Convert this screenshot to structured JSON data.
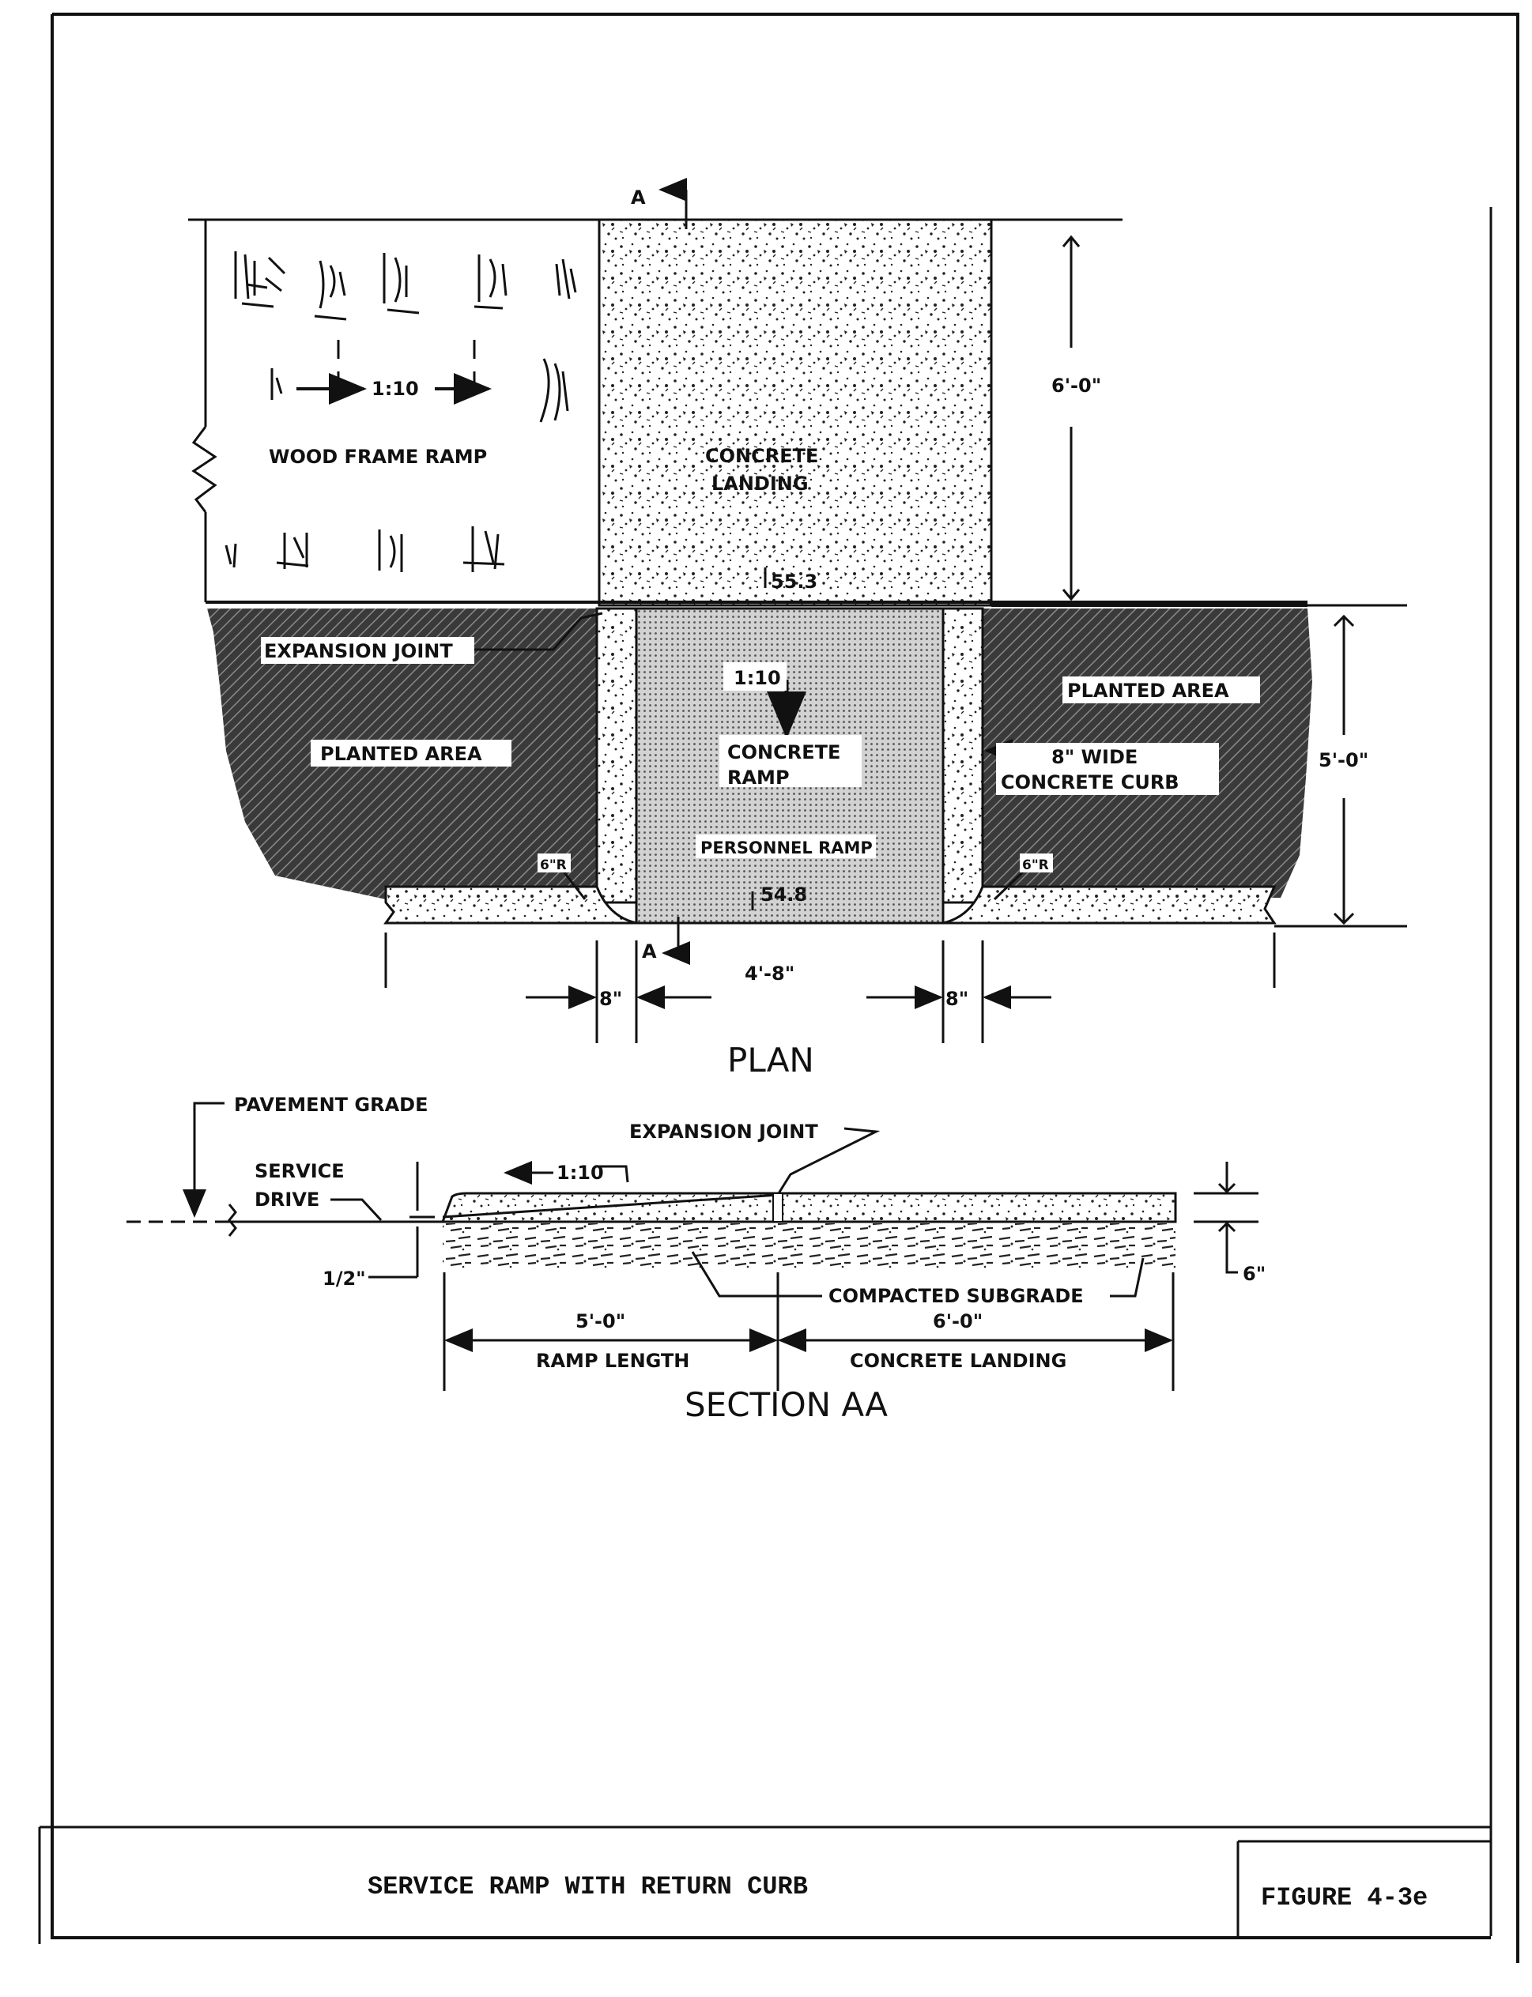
{
  "plan": {
    "section_marker_top": "A",
    "section_marker_bottom": "A",
    "wood_slope": "1:10",
    "wood_ramp": "WOOD FRAME RAMP",
    "landing_line1": "CONCRETE",
    "landing_line2": "LANDING",
    "elev_top": "55.3",
    "elev_bottom": "54.8",
    "ramp_slope": "1:10",
    "ramp_line1": "CONCRETE",
    "ramp_line2": "RAMP",
    "personnel_ramp": "PERSONNEL RAMP",
    "expansion_joint": "EXPANSION JOINT",
    "planted_left": "PLANTED AREA",
    "planted_right": "PLANTED AREA",
    "curb_line1": "8\" WIDE",
    "curb_line2": "CONCRETE CURB",
    "radius_left": "6\"R",
    "radius_right": "6\"R",
    "dim_landing": "6'-0\"",
    "dim_ramp": "5'-0\"",
    "dim_curb_left": "8\"",
    "dim_ramp_width": "4'-8\"",
    "dim_curb_right": "8\"",
    "view_title": "PLAN"
  },
  "section": {
    "pavement_grade": "PAVEMENT GRADE",
    "expansion_joint": "EXPANSION JOINT",
    "service_line1": "SERVICE",
    "service_line2": "DRIVE",
    "slope": "1:10",
    "half_inch": "1/2\"",
    "compacted_subgrade": "COMPACTED SUBGRADE",
    "six_inch": "6\"",
    "dim_ramp": "5'-0\"",
    "dim_landing": "6'-0\"",
    "ramp_length": "RAMP LENGTH",
    "concrete_landing": "CONCRETE LANDING",
    "view_title": "SECTION AA"
  },
  "title_block": {
    "title": "SERVICE RAMP WITH RETURN CURB",
    "figure": "FIGURE 4-3e"
  }
}
